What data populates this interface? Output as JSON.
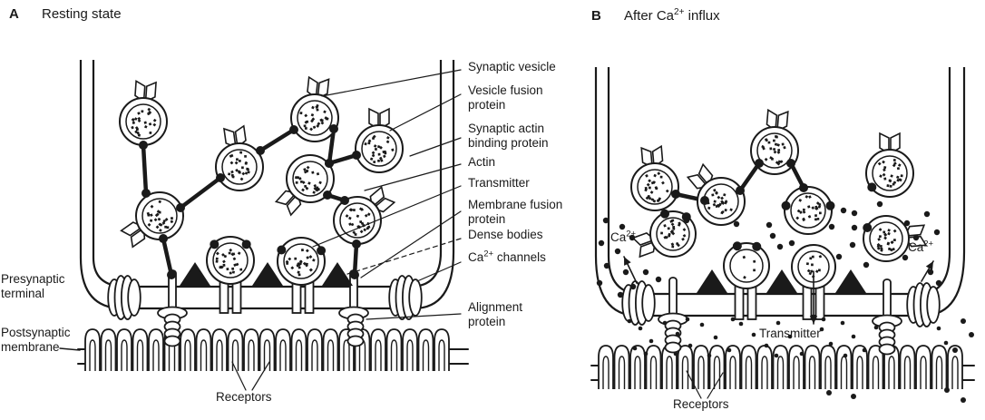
{
  "colors": {
    "ink": "#1a1a1a",
    "paper": "#ffffff"
  },
  "panel_a": {
    "letter": "A",
    "title": "Resting state"
  },
  "panel_b": {
    "letter": "B",
    "title_pre": "After Ca",
    "title_sup": "2+",
    "title_post": " influx"
  },
  "legend": {
    "synaptic_vesicle": "Synaptic vesicle",
    "vesicle_fusion_protein": "Vesicle fusion protein",
    "synaptic_actin_binding_protein": "Synaptic actin binding protein",
    "actin": "Actin",
    "transmitter": "Transmitter",
    "membrane_fusion_protein": "Membrane fusion protein",
    "dense_bodies": "Dense bodies",
    "ca_channels": {
      "base": "Ca",
      "sup": "2+",
      "rest": " channels"
    },
    "alignment_protein": "Alignment protein"
  },
  "side_labels": {
    "presynaptic_terminal": "Presynaptic terminal",
    "postsynaptic_membrane": "Postsynaptic membrane",
    "receptors_a": "Receptors",
    "receptors_b": "Receptors",
    "transmitter_b": "Transmitter",
    "ca_ion": {
      "base": "Ca",
      "sup": "2+"
    }
  }
}
